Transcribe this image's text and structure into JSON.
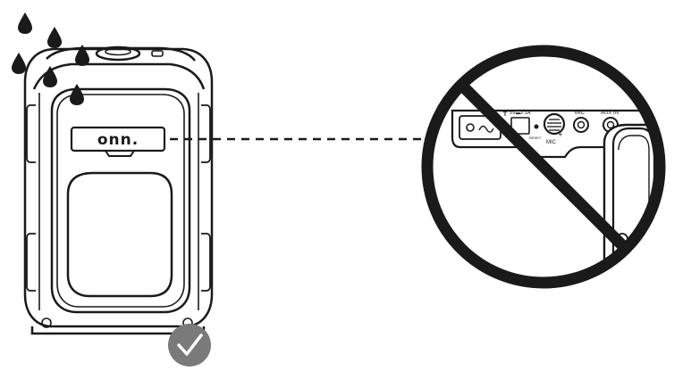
{
  "diagram": {
    "brand_logo": "onn.",
    "port_labels": {
      "usb_out": "5V▬2.1A",
      "reset": "RESET",
      "mic_knob": "MIC",
      "mic_jack": "MIC",
      "aux_in": "AUX IN"
    },
    "indicators": {
      "approved": "checkmark-icon",
      "prohibited": "prohibition-icon"
    },
    "colors": {
      "line": "#1a1a1a",
      "check_circle": "#7a7a7a",
      "check_mark": "#ffffff",
      "background": "#ffffff"
    }
  }
}
